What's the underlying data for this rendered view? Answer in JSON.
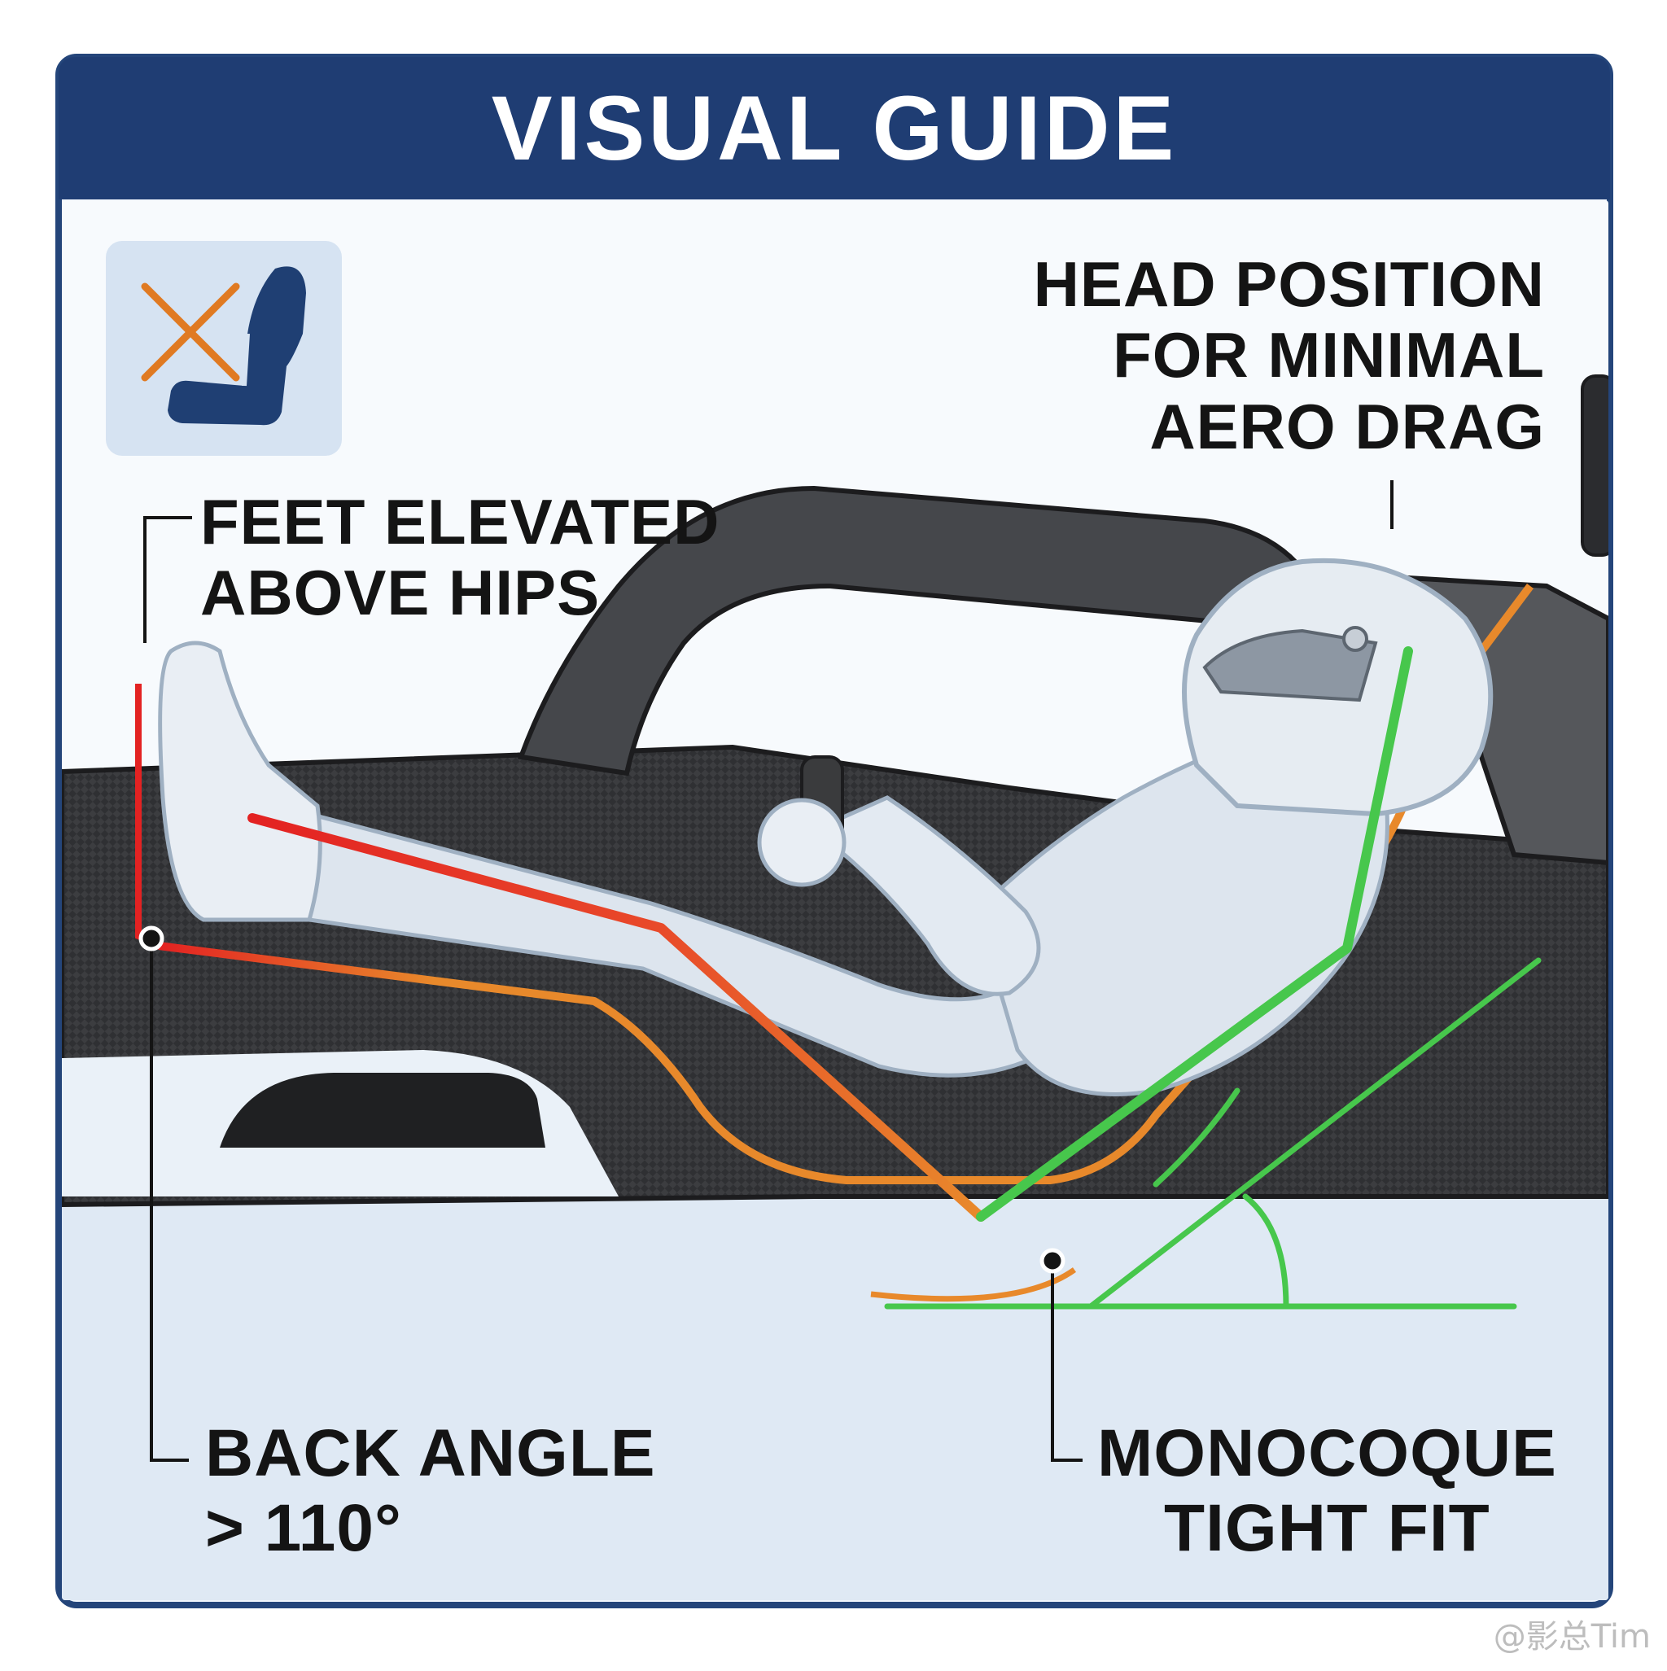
{
  "title": "VISUAL GUIDE",
  "labels": {
    "head_position": [
      "HEAD POSITION",
      "FOR MINIMAL",
      "AERO DRAG"
    ],
    "feet_elevated": [
      "FEET ELEVATED",
      "ABOVE HIPS"
    ],
    "back_angle": [
      "BACK ANGLE",
      "> 110°"
    ],
    "monocoque": [
      "MONOCOQUE",
      "TIGHT FIT"
    ]
  },
  "icons": {
    "seat": "seat-icon",
    "cross": "cross-icon"
  },
  "watermark": "@影总Tim",
  "colors": {
    "header_blue": "#1f3d73",
    "frame_blue": "#24457a",
    "panel_bg": "#eef4fb",
    "icon_box": "#d6e3f2",
    "seat_blue": "#1f3f73",
    "cross_orange": "#e07a22",
    "leg_red": "#e32222",
    "seat_orange": "#e8892b",
    "back_green": "#47c74c",
    "carbon_dark": "#3a3b3d",
    "suit_light": "#dde5ee",
    "leader_black": "#141414"
  }
}
